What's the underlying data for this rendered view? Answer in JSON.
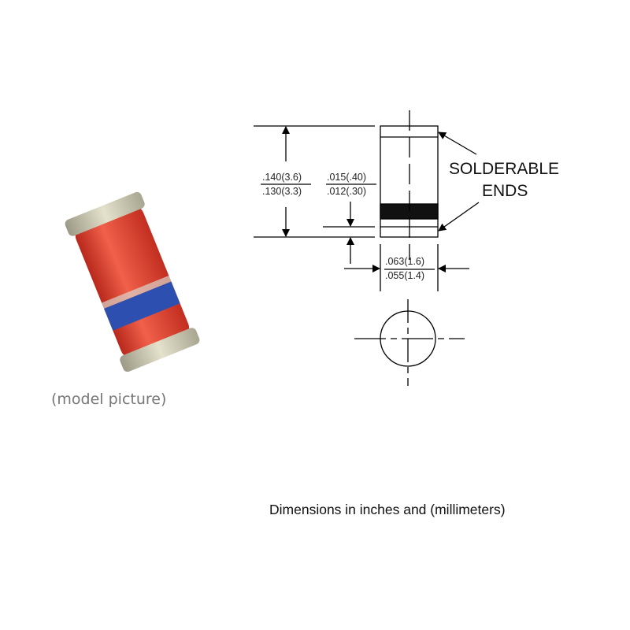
{
  "photo_caption": "(model picture)",
  "labels": {
    "length_max": ".140(3.6)",
    "length_min": ".130(3.3)",
    "end_max": ".015(.40)",
    "end_min": ".012(.30)",
    "diameter_max": ".063(1.6)",
    "diameter_min": ".055(1.4)",
    "callout_line1": "SOLDERABLE",
    "callout_line2": "ENDS"
  },
  "footnote": "Dimensions in inches and (millimeters)",
  "colors": {
    "body": "#e2402c",
    "band": "#2d4fb0",
    "caps": "#c9c7b0"
  }
}
